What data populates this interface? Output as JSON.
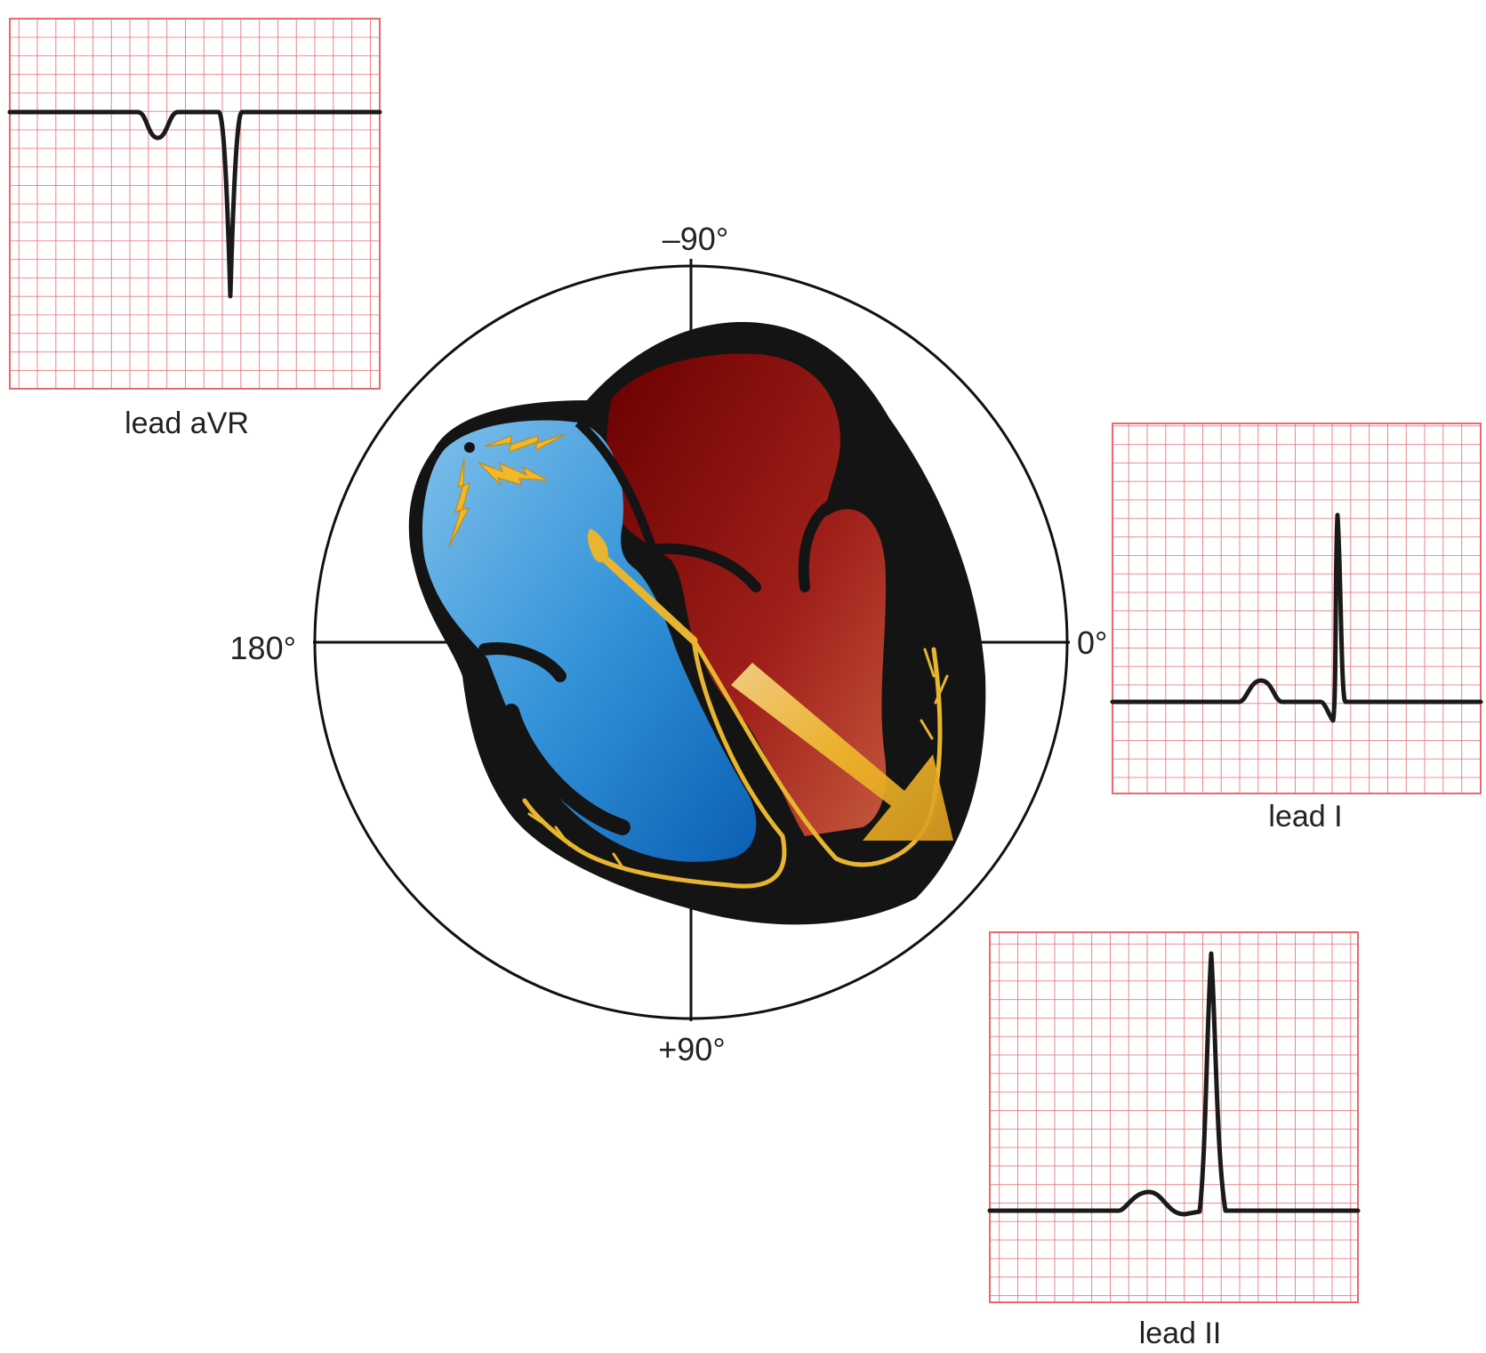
{
  "axis_labels": {
    "top": "–90°",
    "bottom": "+90°",
    "left": "180°",
    "right": "0°"
  },
  "leads": {
    "avr": {
      "label": "lead aVR"
    },
    "i": {
      "label": "lead I"
    },
    "ii": {
      "label": "lead II"
    }
  },
  "colors": {
    "grid": "#e8686e",
    "trace": "#1a1a1a",
    "right_heart": "#2f8fd6",
    "left_heart": "#a0201a",
    "conduction": "#e8b530",
    "axis_arrow": "#e6ae2a",
    "outline": "#111111"
  }
}
